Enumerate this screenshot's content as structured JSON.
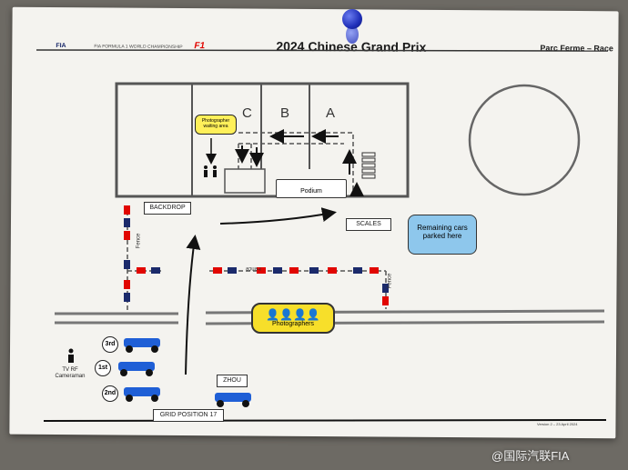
{
  "header": {
    "title": "2024 Chinese Grand Prix",
    "subtitle": "Parc Ferme – Race",
    "fia_logo": "FIA",
    "series_text": "FIA FORMULA 1 WORLD CHAMPIONSHIP",
    "f1_logo": "F1"
  },
  "areas": {
    "bays": [
      "C",
      "B",
      "A"
    ],
    "photographer_waiting": "Photographer waiting area",
    "podium": "Podium",
    "backdrop": "BACKDROP",
    "scales": "SCALES",
    "remaining_cars": "Remaining cars parked here",
    "photographers": "Photographers"
  },
  "fence_labels": [
    "Fence",
    "Fence",
    "Fence"
  ],
  "grid": {
    "positions": [
      "3rd",
      "1st",
      "2nd"
    ],
    "tv_label": "TV RF Cameraman",
    "driver": "ZHOU",
    "grid_position": "GRID POSITION 17"
  },
  "footer": {
    "version": "Version 2 – 23 April 2024"
  },
  "watermark": "@国际汽联FIA",
  "colors": {
    "paper": "#f4f3ef",
    "board": "#6d6a64",
    "photographer_yellow": "#f7df2a",
    "remaining_blue": "#8ec7ec",
    "f1_red": "#e10600",
    "fia_blue": "#1b2a6b",
    "pin_blue": "#1f2fb8"
  }
}
